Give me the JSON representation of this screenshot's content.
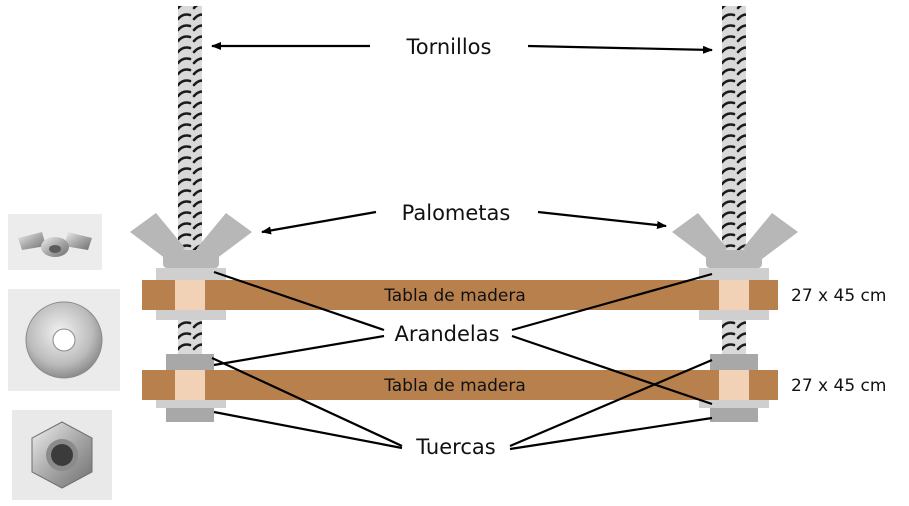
{
  "labels": {
    "screws": "Tornillos",
    "wingnuts": "Palometas",
    "washers": "Arandelas",
    "nuts": "Tuercas"
  },
  "boards": [
    {
      "label": "Tabla de madera",
      "size": "27 x 45 cm"
    },
    {
      "label": "Tabla de madera",
      "size": "27 x 45 cm"
    }
  ],
  "photos": {
    "wingnut": "wingnut-photo",
    "washer": "washer-photo",
    "nut": "hex-nut-photo"
  },
  "colors": {
    "board": "#b8804d",
    "board_hole": "#f1d2b6",
    "threads": "#1a1a1a",
    "screw": "#d9d9d9",
    "wingnut": "#b7b7b7",
    "washer": "#cfcfcf",
    "nut": "#a8a8a8",
    "arrow": "#000000"
  }
}
